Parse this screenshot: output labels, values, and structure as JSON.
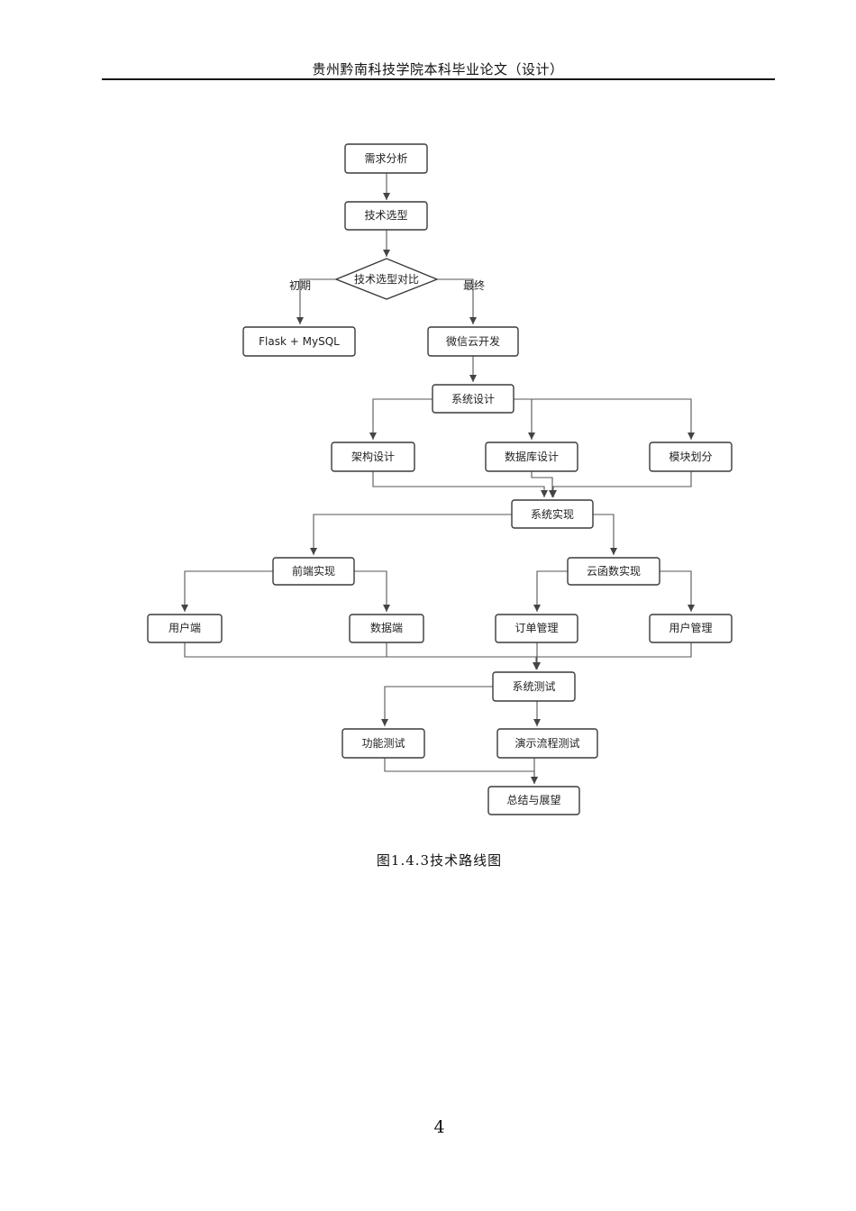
{
  "header": {
    "title": "贵州黔南科技学院本科毕业论文（设计）"
  },
  "diagram": {
    "nodes": {
      "requirements": "需求分析",
      "tech_selection": "技术选型",
      "tech_compare": "技术选型对比",
      "flask_mysql": "Flask + MySQL",
      "wechat_cloud": "微信云开发",
      "system_design": "系统设计",
      "architecture_design": "架构设计",
      "database_design": "数据库设计",
      "module_division": "模块划分",
      "system_impl": "系统实现",
      "frontend_impl": "前端实现",
      "cloud_function_impl": "云函数实现",
      "user_end": "用户端",
      "data_end": "数据端",
      "order_mgmt": "订单管理",
      "user_mgmt": "用户管理",
      "system_test": "系统测试",
      "function_test": "功能测试",
      "demo_flow_test": "演示流程测试",
      "summary": "总结与展望"
    },
    "edge_labels": {
      "early": "初期",
      "final": "最终"
    }
  },
  "caption": "图1.4.3技术路线图",
  "page_number": "4"
}
